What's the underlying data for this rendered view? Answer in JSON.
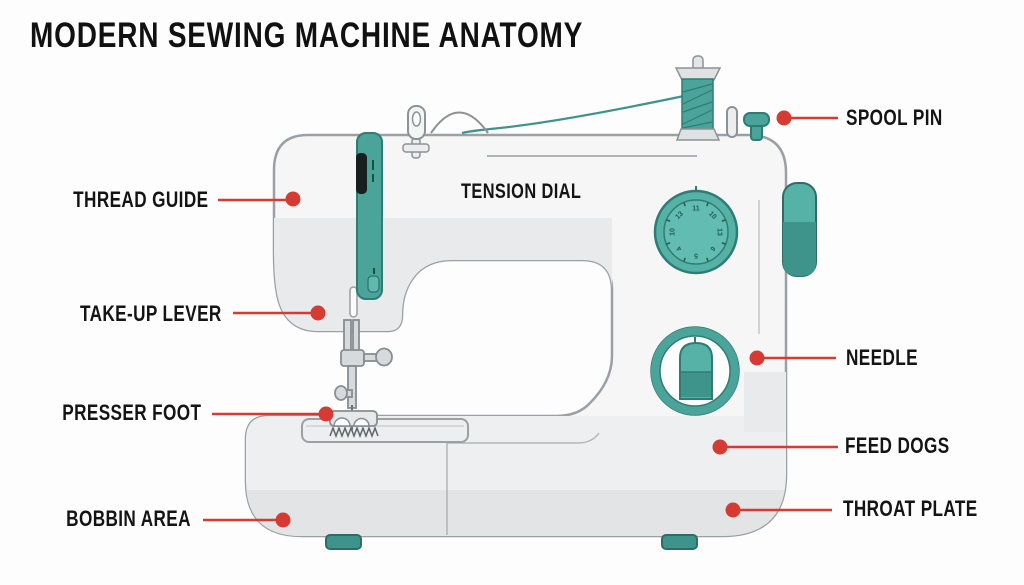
{
  "title": "MODERN SEWING MACHINE ANATOMY",
  "labels": {
    "spool_pin": "SPOOL PIN",
    "thread_guide": "THREAD GUIDE",
    "tension_dial": "TENSION DIAL",
    "take_up_lever": "TAKE-UP LEVER",
    "needle": "NEEDLE",
    "presser_foot": "PRESSER FOOT",
    "feed_dogs": "FEED DOGS",
    "bobbin_area": "BOBBIN AREA",
    "throat_plate": "THROAT PLATE"
  },
  "machine": {
    "tension_dial_numbers": [
      "11",
      "10",
      "13",
      "6",
      "5",
      "4",
      "10",
      "13"
    ]
  },
  "colors": {
    "accent_red": "#d63b33",
    "teal": "#4ba49a",
    "teal_dark": "#2e7d74",
    "ink": "#141414"
  }
}
